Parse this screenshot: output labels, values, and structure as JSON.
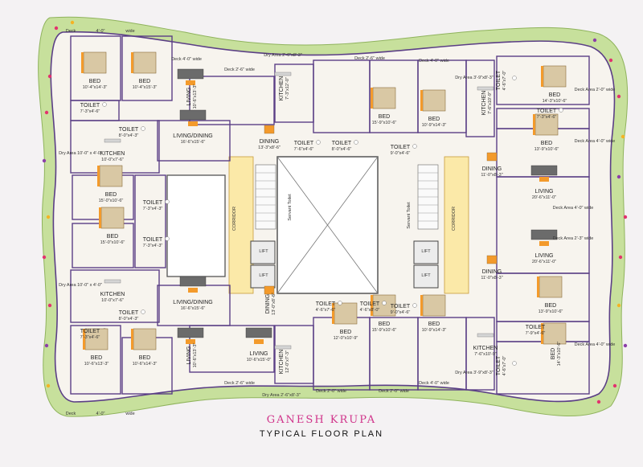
{
  "title": "GANESH KRUPA",
  "subtitle": "TYPICAL FLOOR PLAN",
  "colors": {
    "wall": "#5b3f86",
    "garden": "#b9d88a",
    "furniture": "#f39a2b",
    "bed": "#d9c8a4",
    "corridor": "#fbe9a8",
    "sofa": "#6b6b6b"
  },
  "rooms": [
    {
      "label": "BED",
      "dim": "10'-4\"x14'-3\""
    },
    {
      "label": "BED",
      "dim": "10'-4\"x15'-3\""
    },
    {
      "label": "TOILET",
      "dim": "7'-3\"x4'-6\""
    },
    {
      "label": "TOILET",
      "dim": "8'-0\"x4'-3\""
    },
    {
      "label": "LIVING/DINING",
      "dim": "16'-6\"x15'-6\""
    },
    {
      "label": "KITCHEN",
      "dim": "10'-0\"x7'-6\""
    },
    {
      "label": "BED",
      "dim": "15'-0\"x10'-6\""
    },
    {
      "label": "BED",
      "dim": "15'-0\"x10'-6\""
    },
    {
      "label": "TOILET",
      "dim": "7'-3\"x4'-3\""
    },
    {
      "label": "TOILET",
      "dim": "7'-3\"x4'-3\""
    },
    {
      "label": "KITCHEN",
      "dim": "10'-0\"x7'-6\""
    },
    {
      "label": "TOILET",
      "dim": "8'-0\"x4'-3\""
    },
    {
      "label": "LIVING/DINING",
      "dim": "16'-6\"x15'-6\""
    },
    {
      "label": "TOILET",
      "dim": "7'-3\"x4'-6\""
    },
    {
      "label": "BED",
      "dim": "10'-6\"x13'-3\""
    },
    {
      "label": "BED",
      "dim": "10'-6\"x14'-3\""
    },
    {
      "label": "LIVING",
      "dim": "10'-6\"x13'-3\""
    },
    {
      "label": "KITCHEN",
      "dim": "7'-3\"x12'-0\""
    },
    {
      "label": "DINING",
      "dim": "13'-3\"x8'-6\""
    },
    {
      "label": "TOILET",
      "dim": "7'-6\"x4'-6\""
    },
    {
      "label": "TOILET",
      "dim": "8'-0\"x4'-6\""
    },
    {
      "label": "TOILET",
      "dim": "9'-0\"x4'-6\""
    },
    {
      "label": "BED",
      "dim": "15'-9\"x10'-6\""
    },
    {
      "label": "BED",
      "dim": "10'-9\"x14'-3\""
    },
    {
      "label": "KITCHEN",
      "dim": "7'-6\"x10'-9\""
    },
    {
      "label": "TOILET",
      "dim": "4'-6\"x7'-0\""
    },
    {
      "label": "BED",
      "dim": "14'-3\"x10'-6\""
    },
    {
      "label": "TOILET",
      "dim": "7'-3\"x4'-6\""
    },
    {
      "label": "BED",
      "dim": "13'-9\"x10'-6\""
    },
    {
      "label": "DINING",
      "dim": "11'-0\"x8'-3\""
    },
    {
      "label": "LIVING",
      "dim": "20'-6\"x11'-0\""
    },
    {
      "label": "LIVING",
      "dim": "20'-6\"x11'-0\""
    },
    {
      "label": "DINING",
      "dim": "11'-0\"x8'-3\""
    },
    {
      "label": "BED",
      "dim": "13'-9\"x10'-6\""
    },
    {
      "label": "TOILET",
      "dim": "7'-9\"x4'-6\""
    },
    {
      "label": "BED",
      "dim": "14'-3\"x10'-6\""
    },
    {
      "label": "TOILET",
      "dim": "4'-6\"x7'-0\""
    },
    {
      "label": "KITCHEN",
      "dim": "7'-6\"x10'-9\""
    },
    {
      "label": "BED",
      "dim": "10'-9\"x14'-3\""
    },
    {
      "label": "BED",
      "dim": "15'-9\"x10'-6\""
    },
    {
      "label": "BED",
      "dim": "12'-0\"x10'-9\""
    },
    {
      "label": "TOILET",
      "dim": "9'-0\"x4'-6\""
    },
    {
      "label": "TOILET",
      "dim": "4'-6\"x8'-0\""
    },
    {
      "label": "TOILET",
      "dim": "4'-6\"x7'-6\""
    },
    {
      "label": "DINING",
      "dim": "13'-0\"x8'-6\""
    },
    {
      "label": "KITCHEN",
      "dim": "12'-0\"x7'-3\""
    },
    {
      "label": "LIVING",
      "dim": "10'-6\"x13'-3\""
    },
    {
      "label": "LIVING",
      "dim": "10'-6\"x15'-0\""
    }
  ],
  "annotations": [
    {
      "text": "Deck"
    },
    {
      "text": "4'-0\""
    },
    {
      "text": "wide"
    },
    {
      "text": "Deck 4'-0\" wide"
    },
    {
      "text": "Deck 2'-6\" wide"
    },
    {
      "text": "Dry Area 2'-6\"x8'-3\""
    },
    {
      "text": "Deck 2'-6\" wide"
    },
    {
      "text": "Deck 4'-0\" wide"
    },
    {
      "text": "Dry Area 3'-9\"x8'-3\""
    },
    {
      "text": "CORRIDOR"
    },
    {
      "text": "CORRIDOR"
    },
    {
      "text": "Servant Toilet"
    },
    {
      "text": "Servant Toilet"
    },
    {
      "text": "LIFT"
    },
    {
      "text": "LIFT"
    },
    {
      "text": "LIFT"
    },
    {
      "text": "LIFT"
    },
    {
      "text": "Dry Area 10'-0\" x 4'-0\""
    },
    {
      "text": "Dry Area 10'-0\" x 4'-0\""
    },
    {
      "text": "Deck Area 2'-0\" wide"
    },
    {
      "text": "Deck Area 4'-0\" wide"
    },
    {
      "text": "Deck Area 4'-0\" wide"
    },
    {
      "text": "Deck Area 2'-3\" wide"
    },
    {
      "text": "Deck Area 4'-0\" wide"
    },
    {
      "text": "Deck 2'-6\" wide"
    },
    {
      "text": "Dry Area 2'-6\"x8'-3\""
    },
    {
      "text": "Deck 2'-0\" wide"
    },
    {
      "text": "Deck 2'-0\" wide"
    },
    {
      "text": "Deck 4'-0\" wide"
    },
    {
      "text": "Dry Area 3'-9\"x8'-3\""
    },
    {
      "text": "Deck"
    },
    {
      "text": "4'-0\""
    },
    {
      "text": "wide"
    }
  ]
}
